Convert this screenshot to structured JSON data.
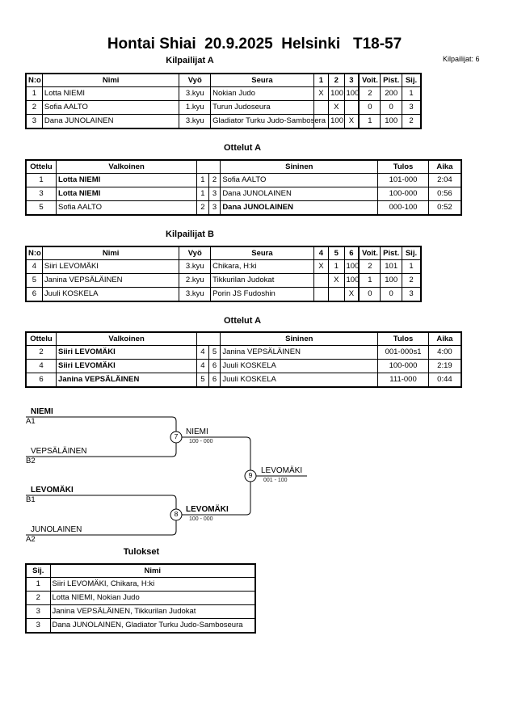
{
  "header": {
    "title": "Hontai Shiai  20.9.2025  Helsinki   T18-57",
    "competitor_count": "Kilpailijat: 6"
  },
  "pool_a": {
    "title": "Kilpailijat A",
    "headers": [
      "N:o",
      "Nimi",
      "Vyö",
      "Seura",
      "1",
      "2",
      "3",
      "Voit.",
      "Pist.",
      "Sij."
    ],
    "rows": [
      [
        "1",
        "Lotta NIEMI",
        "3.kyu",
        "Nokian Judo",
        "X",
        "100",
        "100",
        "2",
        "200",
        "1"
      ],
      [
        "2",
        "Sofia AALTO",
        "1.kyu",
        "Turun Judoseura",
        "",
        "X",
        "",
        "0",
        "0",
        "3"
      ],
      [
        "3",
        "Dana JUNOLAINEN",
        "3.kyu",
        "Gladiator Turku Judo-Sambosera",
        "",
        "100",
        "X",
        "1",
        "100",
        "2"
      ]
    ]
  },
  "matches_a": {
    "title": "Ottelut A",
    "headers": [
      "Ottelu",
      "Valkoinen",
      "",
      "",
      "Sininen",
      "Tulos",
      "Aika"
    ],
    "rows": [
      [
        "1",
        "Lotta NIEMI",
        "1",
        "2",
        "Sofia AALTO",
        "101-000",
        "2:04"
      ],
      [
        "3",
        "Lotta NIEMI",
        "1",
        "3",
        "Dana JUNOLAINEN",
        "100-000",
        "0:56"
      ],
      [
        "5",
        "Sofia AALTO",
        "2",
        "3",
        "Dana JUNOLAINEN",
        "000-100",
        "0:52"
      ]
    ]
  },
  "pool_b": {
    "title": "Kilpailijat B",
    "headers": [
      "N:o",
      "Nimi",
      "Vyö",
      "Seura",
      "4",
      "5",
      "6",
      "Voit.",
      "Pist.",
      "Sij."
    ],
    "rows": [
      [
        "4",
        "Siiri LEVOMÄKI",
        "3.kyu",
        "Chikara, H:ki",
        "X",
        "1",
        "100",
        "2",
        "101",
        "1"
      ],
      [
        "5",
        "Janina VEPSÄLÄINEN",
        "2.kyu",
        "Tikkurilan Judokat",
        "",
        "X",
        "100",
        "1",
        "100",
        "2"
      ],
      [
        "6",
        "Juuli KOSKELA",
        "3.kyu",
        "Porin JS Fudoshin",
        "",
        "",
        "X",
        "0",
        "0",
        "3"
      ]
    ]
  },
  "matches_b": {
    "title": "Ottelut A",
    "headers": [
      "Ottelu",
      "Valkoinen",
      "",
      "",
      "Sininen",
      "Tulos",
      "Aika"
    ],
    "rows": [
      [
        "2",
        "Siiri LEVOMÄKI",
        "4",
        "5",
        "Janina VEPSÄLÄINEN",
        "001-000s1",
        "4:00"
      ],
      [
        "4",
        "Siiri LEVOMÄKI",
        "4",
        "6",
        "Juuli KOSKELA",
        "100-000",
        "2:19"
      ],
      [
        "6",
        "Janina VEPSÄLÄINEN",
        "5",
        "6",
        "Juuli KOSKELA",
        "111-000",
        "0:44"
      ]
    ]
  },
  "bracket": {
    "a1_name": "NIEMI",
    "a1_seed": "A1",
    "b2_name": "VEPSÄLÄINEN",
    "b2_seed": "B2",
    "b1_name": "LEVOMÄKI",
    "b1_seed": "B1",
    "a2_name": "JUNOLAINEN",
    "a2_seed": "A2",
    "m7": "7",
    "m7_winner": "NIEMI",
    "m7_score": "100 - 000",
    "m8": "8",
    "m8_winner": "LEVOMÄKI",
    "m8_score": "100 - 000",
    "m9": "9",
    "m9_winner": "LEVOMÄKI",
    "m9_score": "001 - 100"
  },
  "results": {
    "title": "Tulokset",
    "headers": [
      "Sij.",
      "Nimi"
    ],
    "rows": [
      [
        "1",
        "Siiri LEVOMÄKI, Chikara, H:ki"
      ],
      [
        "2",
        "Lotta NIEMI, Nokian Judo"
      ],
      [
        "3",
        "Janina VEPSÄLÄINEN, Tikkurilan Judokat"
      ],
      [
        "3",
        "Dana JUNOLAINEN, Gladiator Turku Judo-Samboseura"
      ]
    ]
  }
}
